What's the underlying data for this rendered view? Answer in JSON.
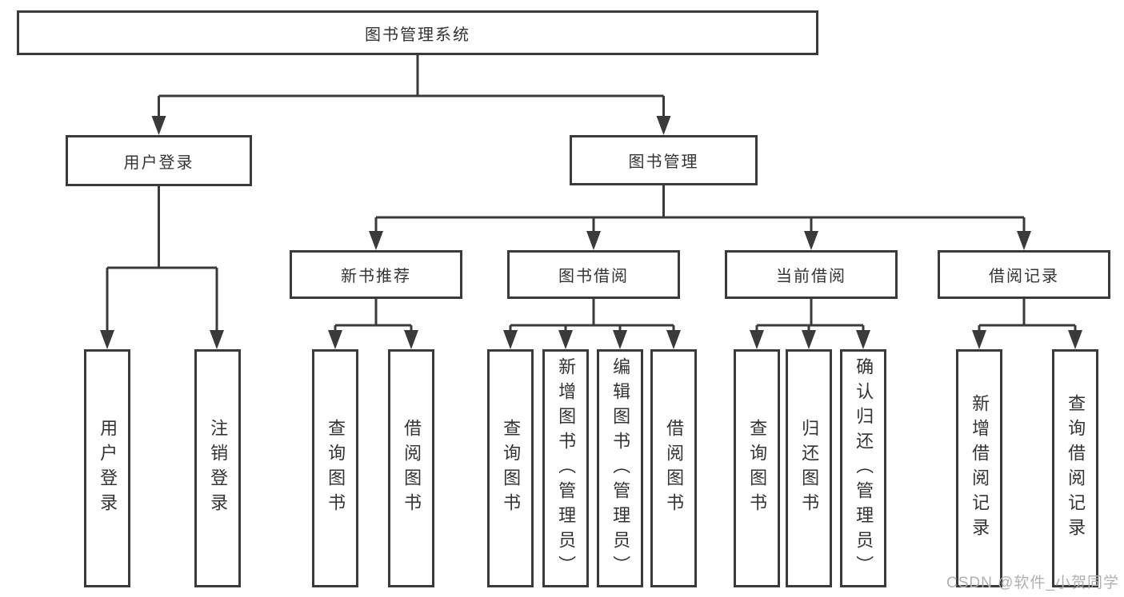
{
  "diagram": {
    "title": "图书管理系统",
    "level2": [
      {
        "label": "用户登录",
        "children": [
          {
            "label": "用户登录"
          },
          {
            "label": "注销登录"
          }
        ]
      },
      {
        "label": "图书管理",
        "children": [
          {
            "label": "新书推荐",
            "children": [
              {
                "label": "查询图书"
              },
              {
                "label": "借阅图书"
              }
            ]
          },
          {
            "label": "图书借阅",
            "children": [
              {
                "label": "查询图书"
              },
              {
                "label": "新增图书（管理员）"
              },
              {
                "label": "编辑图书（管理员）"
              },
              {
                "label": "借阅图书"
              }
            ]
          },
          {
            "label": "当前借阅",
            "children": [
              {
                "label": "查询图书"
              },
              {
                "label": "归还图书"
              },
              {
                "label": "确认归还（管理员）"
              }
            ]
          },
          {
            "label": "借阅记录",
            "children": [
              {
                "label": "新增借阅记录"
              },
              {
                "label": "查询借阅记录"
              }
            ]
          }
        ]
      }
    ],
    "colors": {
      "line": "#3a3a3a",
      "text": "#333333",
      "background": "#ffffff",
      "watermark_color": "#b0b0b0"
    }
  },
  "watermark": {
    "text": "CSDN @软件_小贺同学"
  }
}
